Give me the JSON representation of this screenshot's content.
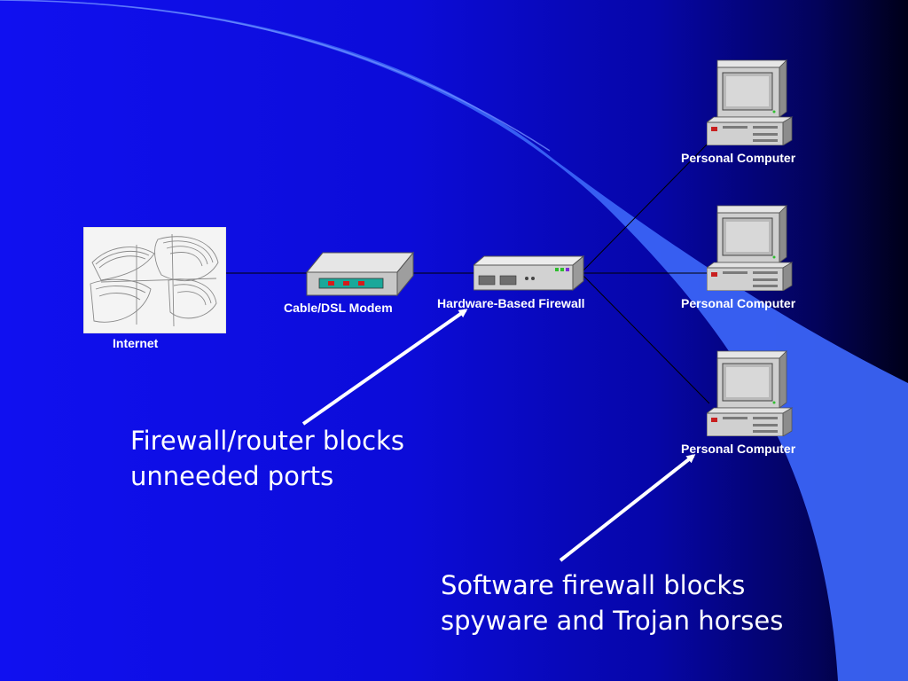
{
  "colors": {
    "background": "#0c0cd8",
    "swoosh": "#3a63f5",
    "label_text": "#ffffff"
  },
  "diagram": {
    "nodes": {
      "internet": {
        "label": "Internet",
        "icon": "world-map-icon"
      },
      "modem": {
        "label": "Cable/DSL Modem",
        "icon": "modem-icon"
      },
      "firewall": {
        "label": "Hardware-Based Firewall",
        "icon": "router-icon"
      },
      "pc1": {
        "label": "Personal Computer",
        "icon": "desktop-computer-icon"
      },
      "pc2": {
        "label": "Personal Computer",
        "icon": "desktop-computer-icon"
      },
      "pc3": {
        "label": "Personal Computer",
        "icon": "desktop-computer-icon"
      }
    },
    "edges": [
      [
        "internet",
        "modem"
      ],
      [
        "modem",
        "firewall"
      ],
      [
        "firewall",
        "pc1"
      ],
      [
        "firewall",
        "pc2"
      ],
      [
        "firewall",
        "pc3"
      ]
    ],
    "annotations": {
      "hardware": {
        "line1": "Firewall/router blocks",
        "line2": "unneeded ports",
        "points_to": "firewall"
      },
      "software": {
        "line1": "Software firewall blocks",
        "line2": "spyware and Trojan horses",
        "points_to": "pc3"
      }
    }
  }
}
